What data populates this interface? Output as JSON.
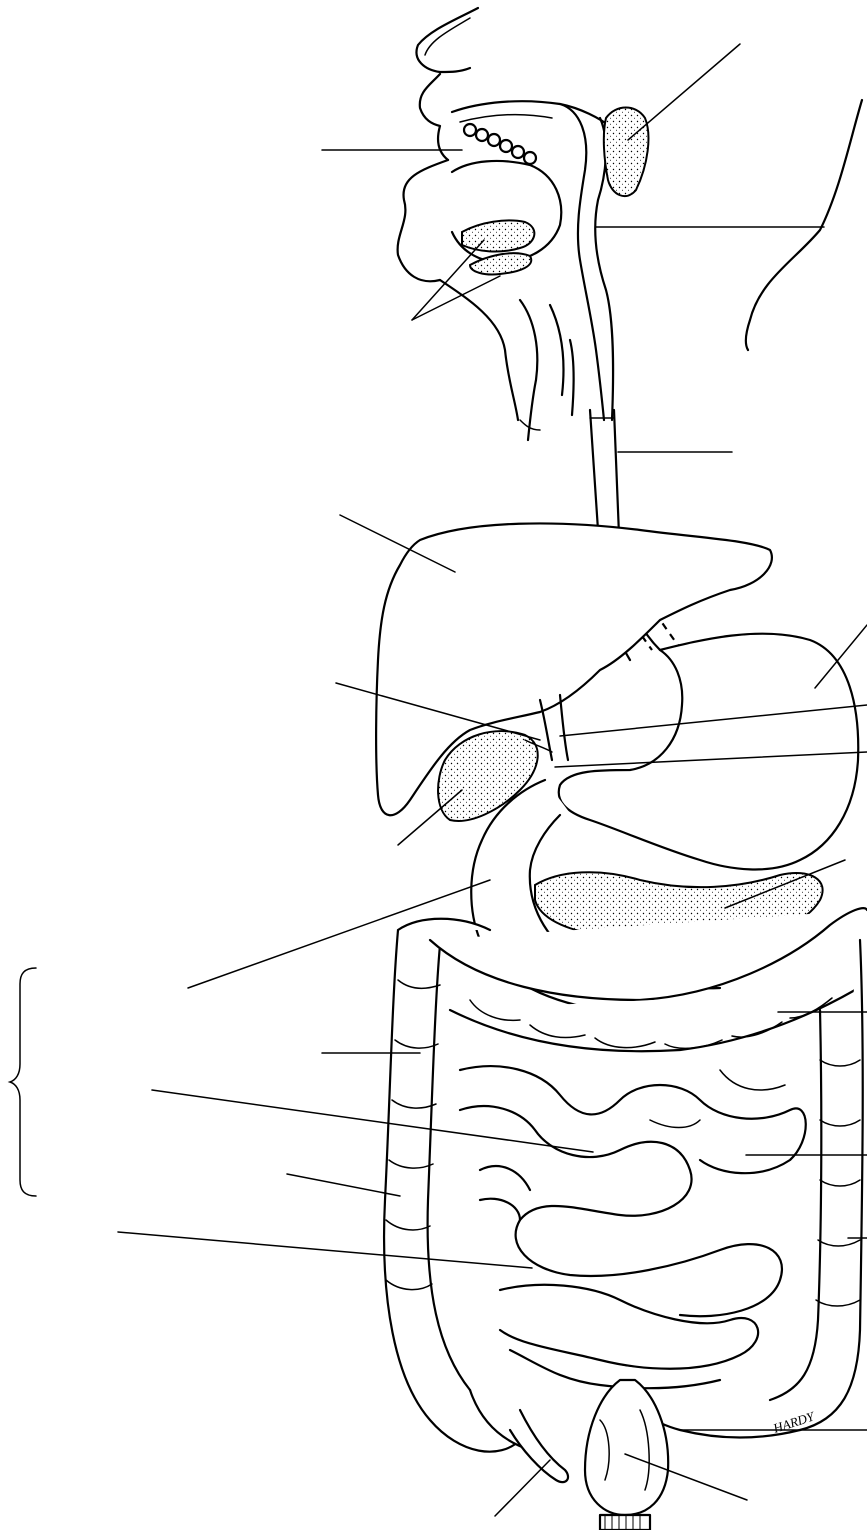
{
  "figure": {
    "signature": "HARDY",
    "ink_color": "#000000",
    "paper_color": "#ffffff",
    "label_lines": [
      "mouth-line",
      "salivary-glands-line",
      "parotid-gland-line",
      "pharynx-line",
      "esophagus-line",
      "liver-line",
      "stomach-line",
      "common-bile-duct-line",
      "pancreatic-duct-line",
      "gallbladder-line",
      "pancreas-line",
      "duodenum-line",
      "transverse-colon-line",
      "ascending-colon-line",
      "jejunum-line",
      "ileum-line",
      "descending-colon-line",
      "cecum-line",
      "sigmoid-colon-line",
      "appendix-line",
      "rectum-line",
      "haustra-line"
    ]
  }
}
